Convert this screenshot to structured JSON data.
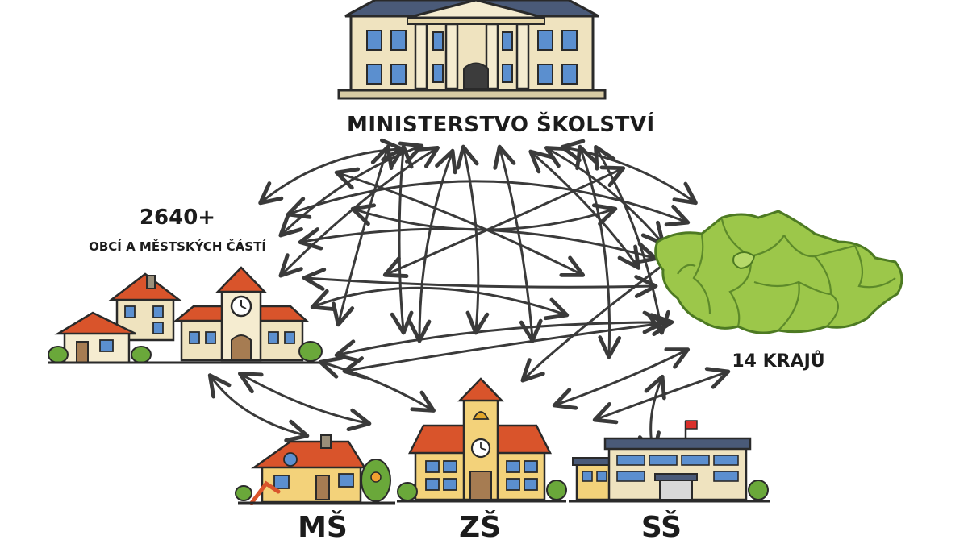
{
  "nodes": {
    "ministry": {
      "label": "MINISTERSTVO ŠKOLSTVÍ",
      "icon": "ministry-building-icon"
    },
    "municipalities": {
      "count": "2640+",
      "label": "OBCÍ A MĚSTSKÝCH ČÁSTÍ",
      "icon": "town-houses-icon"
    },
    "regions": {
      "label": "14 KRAJŮ",
      "icon": "czech-map-icon"
    },
    "kindergarten": {
      "label": "MŠ",
      "icon": "kindergarten-icon"
    },
    "primary_school": {
      "label": "ZŠ",
      "icon": "primary-school-icon"
    },
    "secondary_school": {
      "label": "SŠ",
      "icon": "secondary-school-icon"
    }
  },
  "colors": {
    "arrow": "#3a3a3a",
    "roof_red": "#d9542b",
    "roof_slate": "#4a5a78",
    "wall_cream": "#efe3bf",
    "wall_yellow": "#f3d27a",
    "map_green": "#9cc74a",
    "map_border": "#5d8a2a",
    "window": "#5b8fcf"
  }
}
